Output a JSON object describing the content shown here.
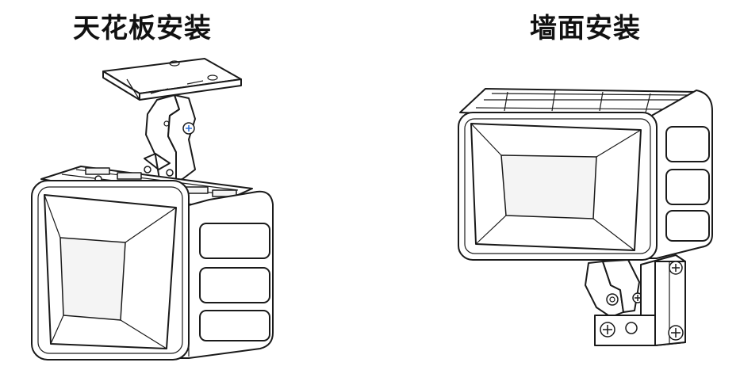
{
  "labels": {
    "ceiling_mount": "天花板安装",
    "wall_mount": "墙面安装"
  },
  "icons": {
    "left_figure": "ceiling-mounted-illuminator",
    "right_figure": "wall-mounted-illuminator",
    "screw_accent": "#2d6fd6"
  }
}
